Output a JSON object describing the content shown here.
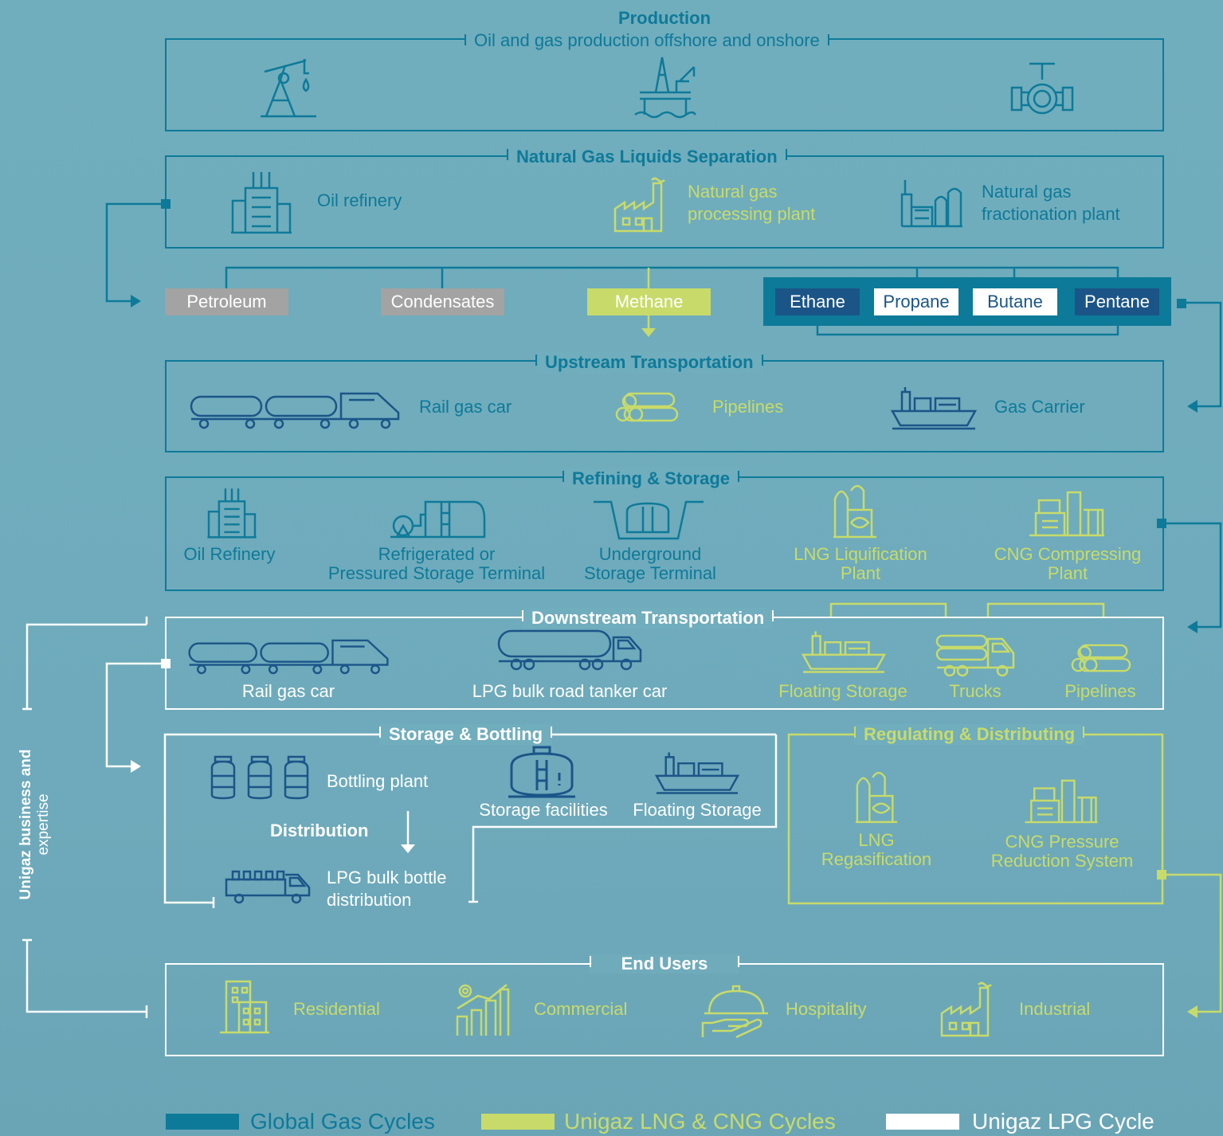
{
  "production": {
    "title": "Production",
    "subtitle": "Oil and gas production offshore and onshore"
  },
  "ngl": {
    "title": "Natural Gas Liquids Separation",
    "oil_refinery": "Oil refinery",
    "processing": [
      "Natural gas",
      "processing plant"
    ],
    "fractionation": [
      "Natural gas",
      "fractionation plant"
    ]
  },
  "products": {
    "petroleum": "Petroleum",
    "condensates": "Condensates",
    "methane": "Methane",
    "ethane": "Ethane",
    "propane": "Propane",
    "butane": "Butane",
    "pentane": "Pentane"
  },
  "upstream": {
    "title": "Upstream Transportation",
    "rail": "Rail gas car",
    "pipelines": "Pipelines",
    "carrier": "Gas Carrier"
  },
  "refining": {
    "title": "Refining & Storage",
    "oil_refinery": "Oil Refinery",
    "refrigerated": [
      "Refrigerated or",
      "Pressured Storage Terminal"
    ],
    "underground": [
      "Underground",
      "Storage Terminal"
    ],
    "lng": [
      "LNG Liquification",
      "Plant"
    ],
    "cng": [
      "CNG Compressing",
      "Plant"
    ]
  },
  "downstream": {
    "title": "Downstream Transportation",
    "rail": "Rail gas car",
    "road": "LPG bulk road tanker car",
    "floating": "Floating Storage",
    "trucks": "Trucks",
    "pipelines": "Pipelines"
  },
  "storage": {
    "title": "Storage & Bottling",
    "bottling": "Bottling plant",
    "distribution": "Distribution",
    "lpg_bulk": [
      "LPG bulk bottle",
      "distribution"
    ],
    "facilities": "Storage facilities",
    "floating": "Floating Storage"
  },
  "regulating": {
    "title": "Regulating & Distributing",
    "lng": [
      "LNG",
      "Regasification"
    ],
    "cng": [
      "CNG Pressure",
      "Reduction System"
    ]
  },
  "end_users": {
    "title": "End Users",
    "residential": "Residential",
    "commercial": "Commercial",
    "hospitality": "Hospitality",
    "industrial": "Industrial"
  },
  "side_label": {
    "bold": "Unigaz business and",
    "normal": "expertise"
  },
  "legend": [
    {
      "label": "Global Gas Cycles",
      "color": "#0e7a99"
    },
    {
      "label": "Unigaz LNG & CNG Cycles",
      "color": "#c8db6a"
    },
    {
      "label": "Unigaz LPG Cycle",
      "color": "#ffffff"
    }
  ],
  "colors": {
    "blue": "#0e7a99",
    "green": "#c8db6a",
    "white": "#ffffff",
    "dark_blue": "#1b5588",
    "grey": "#a3a3a3",
    "background": "#6fabbb"
  }
}
